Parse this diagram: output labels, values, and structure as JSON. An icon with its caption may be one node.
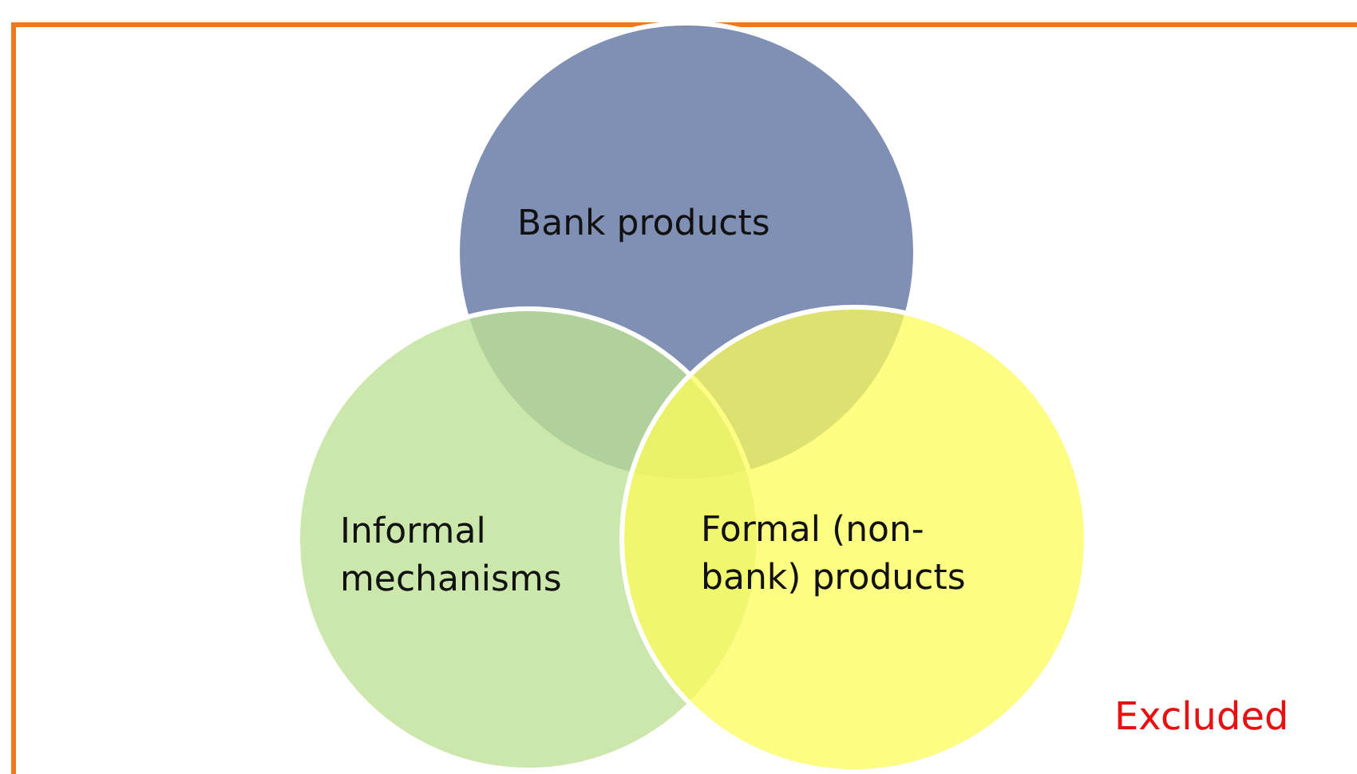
{
  "diagram": {
    "nodes": [
      {
        "text": [
          "Bank products"
        ]
      },
      {
        "text": [
          "Informal mechanisms"
        ]
      },
      {
        "text": [
          "Formal (non-bank) products"
        ]
      }
    ],
    "labels": [
      "Excluded"
    ]
  }
}
